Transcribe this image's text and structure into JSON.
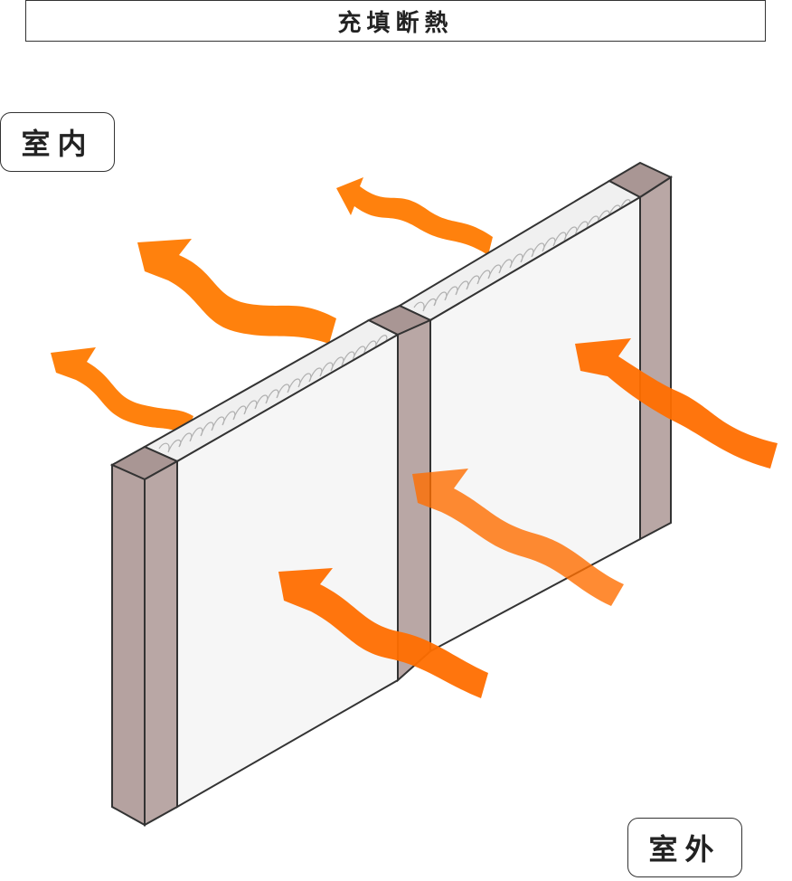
{
  "title": "充填断熱",
  "labels": {
    "indoor": "室内",
    "outdoor": "室外"
  },
  "colors": {
    "post": "#b9a7a5",
    "post_dark": "#a08c8a",
    "panel": "#f4f4f4",
    "insulation": "#ffffff",
    "heat_arrow": "#ff7a00",
    "outline": "#333333"
  }
}
